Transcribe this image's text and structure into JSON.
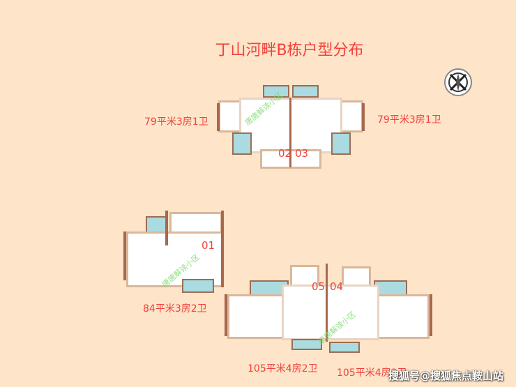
{
  "title": "丁山河畔B栋户型分布",
  "watermark": "唐唐解读小区",
  "credit": "搜狐号@搜狐焦点鞍山站",
  "compass_icon": "compass-icon",
  "plans": {
    "top": {
      "left_label": "79平米3房1卫",
      "right_label": "79平米3房1卫",
      "units": [
        "02",
        "03"
      ]
    },
    "middle_left": {
      "label": "84平米3房2卫",
      "unit": "01"
    },
    "bottom": {
      "left_label": "105平米4房2卫",
      "right_label": "105平米4房2卫",
      "units": [
        "05",
        "04"
      ]
    }
  },
  "colors": {
    "background": "#fee4c8",
    "label": "#f2413c",
    "balcony": "#a9dbe0",
    "wall": "#a8684c"
  }
}
